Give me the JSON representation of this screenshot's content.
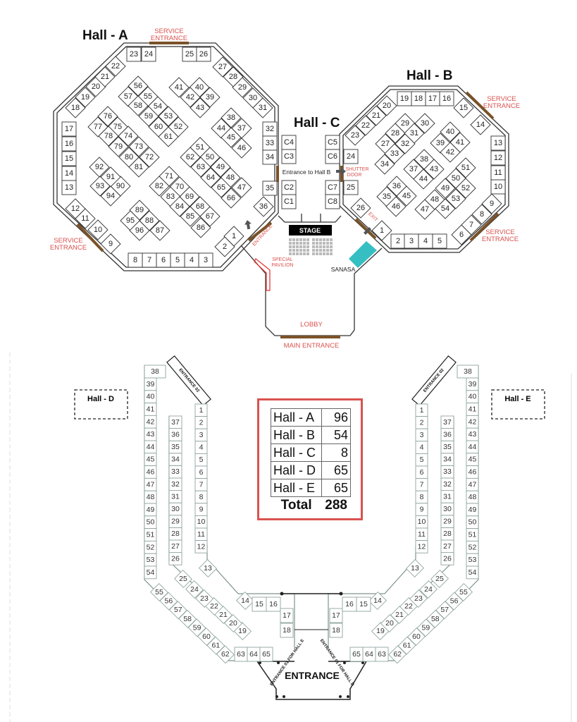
{
  "hall_a": {
    "title": "Hall - A",
    "service_entrance_top": [
      "SERVICE",
      "ENTRANCE"
    ],
    "service_entrance_left": [
      "SERVICE",
      "ENTRANCE"
    ],
    "entrance_label": "ENTRANCE",
    "booths": [
      1,
      2,
      3,
      4,
      5,
      6,
      7,
      8,
      9,
      10,
      11,
      12,
      13,
      14,
      15,
      16,
      17,
      18,
      19,
      20,
      21,
      22,
      23,
      24,
      25,
      26,
      27,
      28,
      29,
      30,
      31,
      32,
      33,
      34,
      35,
      36,
      37,
      38,
      39,
      40,
      41,
      42,
      43,
      44,
      45,
      46,
      47,
      48,
      49,
      50,
      51,
      52,
      53,
      54,
      55,
      56,
      57,
      58,
      59,
      60,
      61,
      62,
      63,
      64,
      65,
      66,
      67,
      68,
      69,
      70,
      71,
      72,
      73,
      74,
      75,
      76,
      77,
      78,
      79,
      80,
      81,
      82,
      83,
      84,
      85,
      86,
      87,
      88,
      89,
      90,
      91,
      92,
      93,
      94,
      95,
      96
    ]
  },
  "hall_b": {
    "title": "Hall - B",
    "service_entrance_top": [
      "SERVICE",
      "ENTRANCE"
    ],
    "service_entrance_bottom": [
      "SERVICE",
      "ENTRANCE"
    ],
    "exit_label": "EXIT",
    "shutter_door": [
      "SHUTTER",
      "DOOR"
    ],
    "booths": [
      1,
      2,
      3,
      4,
      5,
      6,
      7,
      8,
      9,
      10,
      11,
      12,
      13,
      14,
      15,
      16,
      17,
      18,
      19,
      20,
      21,
      22,
      23,
      24,
      25,
      26,
      27,
      28,
      29,
      30,
      31,
      32,
      33,
      34,
      35,
      36,
      37,
      38,
      39,
      40,
      41,
      42,
      43,
      44,
      45,
      46,
      47,
      48,
      49,
      50,
      51,
      52,
      53,
      54
    ]
  },
  "hall_c": {
    "title": "Hall - C",
    "entrance_to_b": "Entrance to Hall B",
    "stage": "STAGE",
    "booths": [
      "C1",
      "C2",
      "C3",
      "C4",
      "C5",
      "C6",
      "C7",
      "C8"
    ]
  },
  "lobby": {
    "special_pavilion": [
      "SPECIAL",
      "PAVILION"
    ],
    "sanasa": "SANASA",
    "lobby": "LOBBY",
    "main_entrance": "MAIN ENTRANCE",
    "colors": {
      "sanasa": "#35bfc2",
      "pavilion": "#e53935",
      "door": "#7a5228"
    }
  },
  "hall_d": {
    "title": "Hall - D",
    "entrance_02": "ENTRANCE 02",
    "entrance_01": "ENTRANCE 01 FOR HALL E",
    "booths": [
      1,
      2,
      3,
      4,
      5,
      6,
      7,
      8,
      9,
      10,
      11,
      12,
      13,
      14,
      15,
      16,
      17,
      18,
      19,
      20,
      21,
      22,
      23,
      24,
      25,
      26,
      27,
      28,
      29,
      30,
      31,
      32,
      33,
      34,
      35,
      36,
      37,
      38,
      39,
      40,
      41,
      42,
      43,
      44,
      45,
      46,
      47,
      48,
      49,
      50,
      51,
      52,
      53,
      54,
      55,
      56,
      57,
      58,
      59,
      60,
      61,
      62,
      63,
      64,
      65
    ]
  },
  "hall_e": {
    "title": "Hall - E",
    "entrance_02": "ENTRANCE 02",
    "entrance_01": "ENTRANCE 01 FOR HALL D",
    "booths": [
      1,
      2,
      3,
      4,
      5,
      6,
      7,
      8,
      9,
      10,
      11,
      12,
      13,
      14,
      15,
      16,
      17,
      18,
      19,
      20,
      21,
      22,
      23,
      24,
      25,
      26,
      27,
      28,
      29,
      30,
      31,
      32,
      33,
      34,
      35,
      36,
      37,
      38,
      39,
      40,
      41,
      42,
      43,
      44,
      45,
      46,
      47,
      48,
      49,
      50,
      51,
      52,
      53,
      54,
      55,
      56,
      57,
      58,
      59,
      60,
      61,
      62,
      63,
      64,
      65
    ]
  },
  "entrance": "ENTRANCE",
  "summary": {
    "rows": [
      {
        "label": "Hall - A",
        "value": 96
      },
      {
        "label": "Hall - B",
        "value": 54
      },
      {
        "label": "Hall - C",
        "value": 8
      },
      {
        "label": "Hall - D",
        "value": 65
      },
      {
        "label": "Hall - E",
        "value": 65
      }
    ],
    "total_label": "Total",
    "total_value": 288
  }
}
